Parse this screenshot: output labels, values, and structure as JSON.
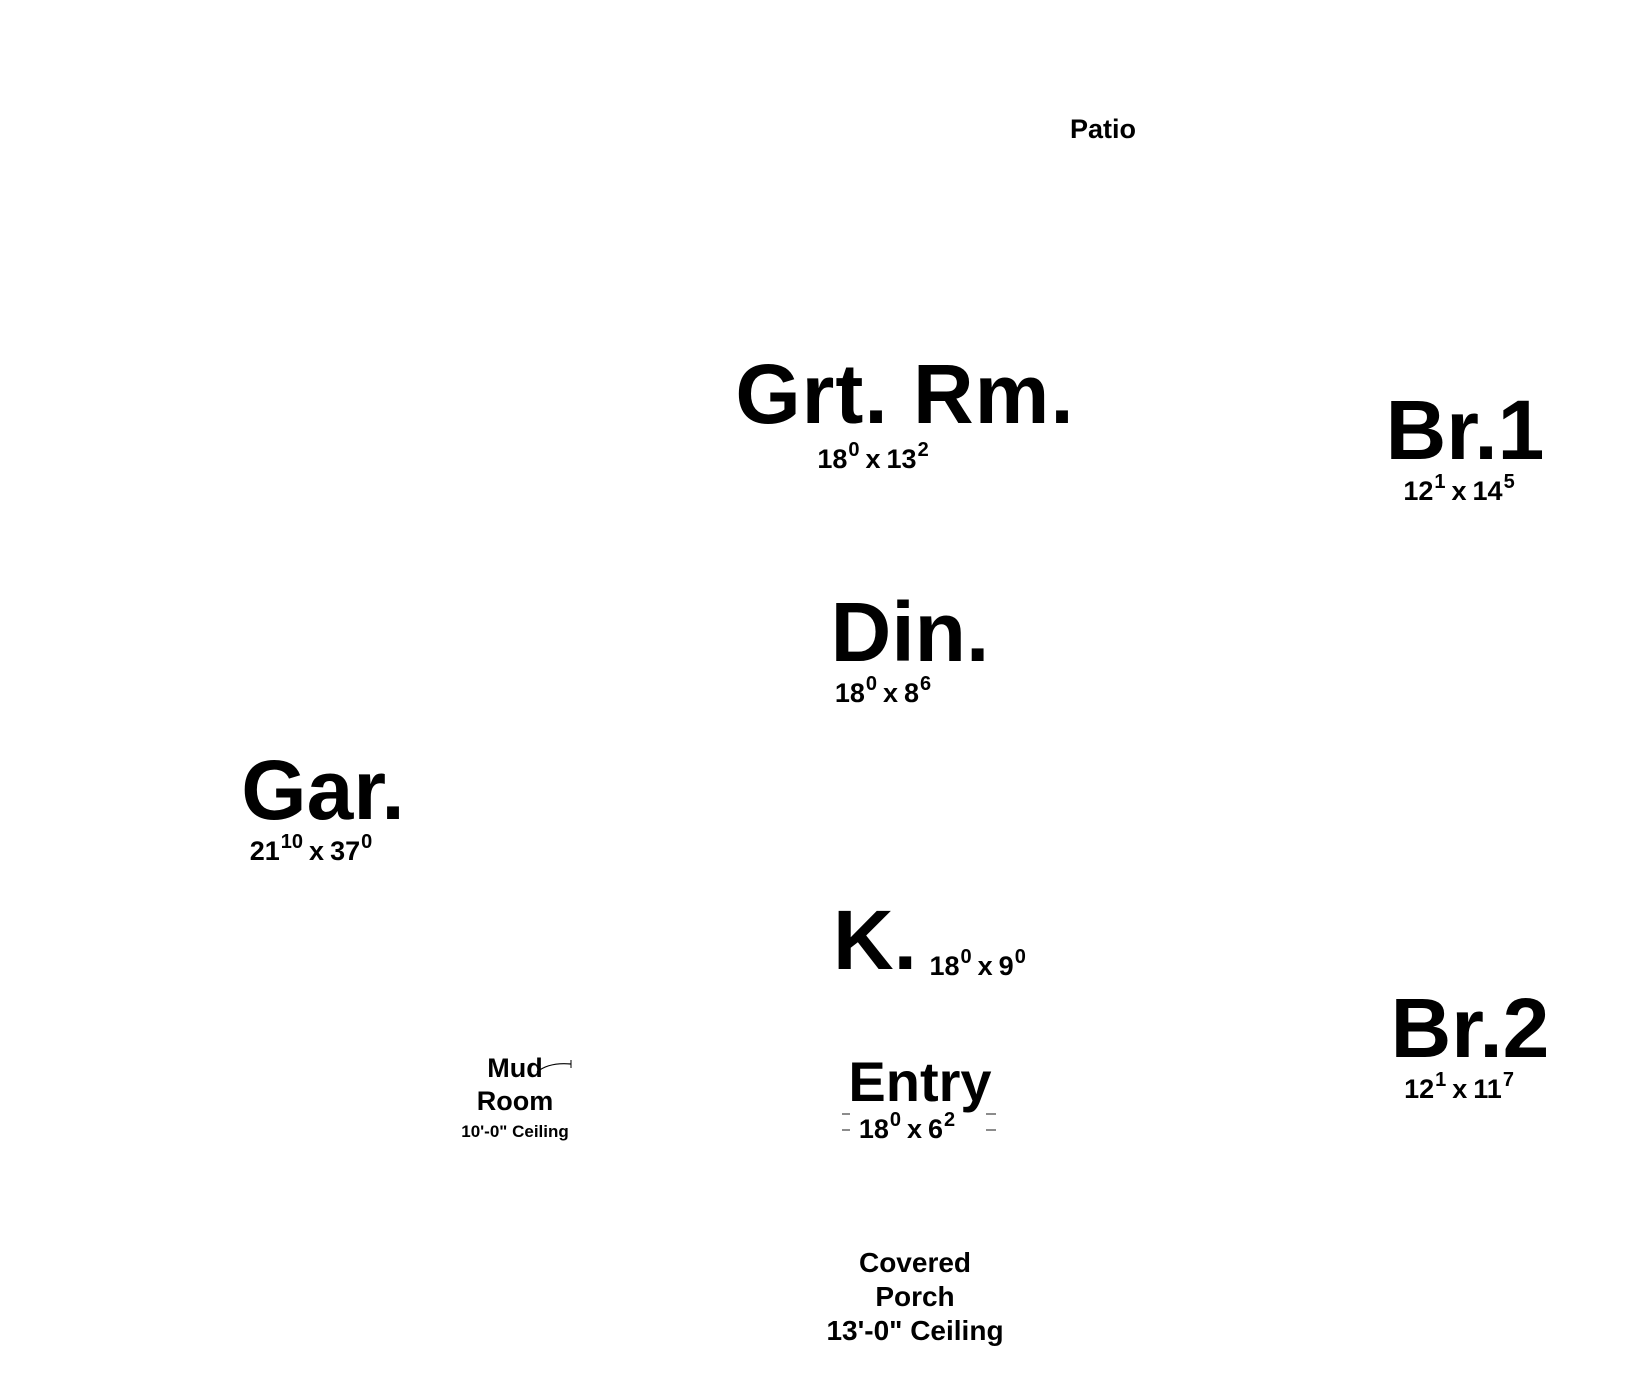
{
  "rooms": {
    "patio": {
      "name": "Patio"
    },
    "great_room": {
      "name": "Grt. Rm.",
      "w": "18",
      "w_in": "0",
      "d": "13",
      "d_in": "2"
    },
    "bedroom1": {
      "name": "Br.1",
      "w": "12",
      "w_in": "1",
      "d": "14",
      "d_in": "5"
    },
    "dining": {
      "name": "Din.",
      "w": "18",
      "w_in": "0",
      "d": "8",
      "d_in": "6"
    },
    "garage": {
      "name": "Gar.",
      "w": "21",
      "w_in": "10",
      "d": "37",
      "d_in": "0"
    },
    "kitchen": {
      "name": "K.",
      "w": "18",
      "w_in": "0",
      "d": "9",
      "d_in": "0"
    },
    "bedroom2": {
      "name": "Br.2",
      "w": "12",
      "w_in": "1",
      "d": "11",
      "d_in": "7"
    },
    "mud_room": {
      "line1": "Mud",
      "line2": "Room",
      "ceiling": "10'-0\" Ceiling"
    },
    "entry": {
      "name": "Entry",
      "w": "18",
      "w_in": "0",
      "d": "6",
      "d_in": "2"
    },
    "covered_porch": {
      "line1": "Covered",
      "line2": "Porch",
      "ceiling": "13'-0\" Ceiling"
    }
  },
  "dims_separator": "x"
}
